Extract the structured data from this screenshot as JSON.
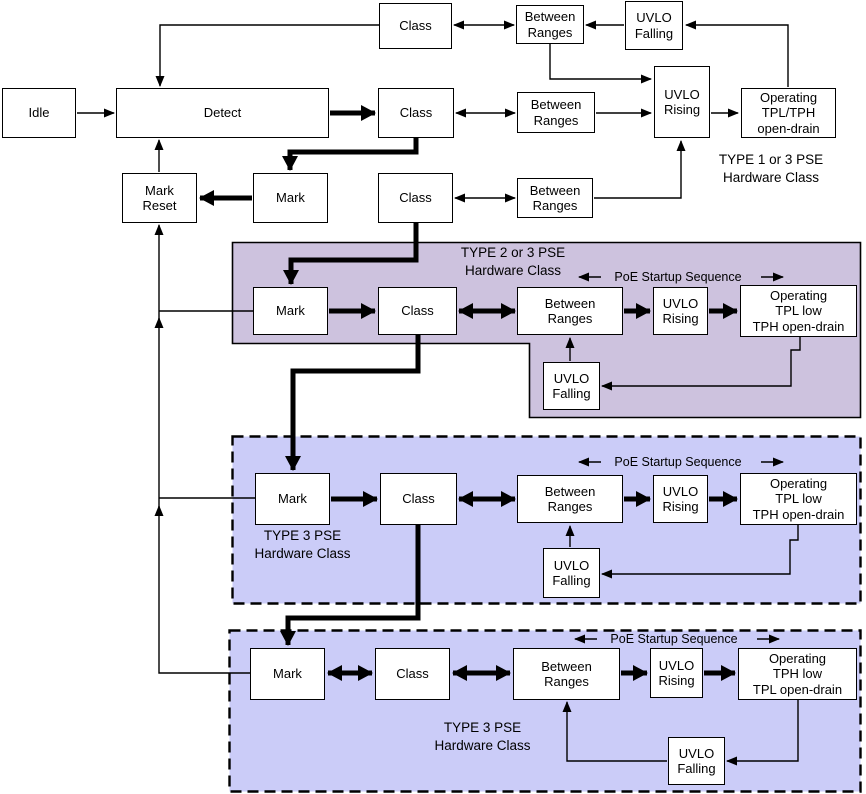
{
  "nodes": {
    "idle": "Idle",
    "detect": "Detect",
    "class_r1": "Class",
    "between_r1": "Between\nRanges",
    "uvlo_falling_r1": "UVLO\nFalling",
    "class_r2": "Class",
    "between_r2": "Between\nRanges",
    "uvlo_rising_top": "UVLO\nRising",
    "operating_top": "Operating\nTPL/TPH\nopen-drain",
    "mark_reset": "Mark\nReset",
    "mark_r3": "Mark",
    "class_r3": "Class",
    "between_r3": "Between\nRanges",
    "mark_p": "Mark",
    "class_p": "Class",
    "between_p": "Between\nRanges",
    "uvlo_rising_p": "UVLO\nRising",
    "operating_p": "Operating\nTPL low\nTPH open-drain",
    "uvlo_falling_p": "UVLO\nFalling",
    "mark_b1": "Mark",
    "class_b1": "Class",
    "between_b1": "Between\nRanges",
    "uvlo_rising_b1": "UVLO\nRising",
    "operating_b1": "Operating\nTPL low\nTPH open-drain",
    "uvlo_falling_b1": "UVLO\nFalling",
    "mark_b2": "Mark",
    "class_b2": "Class",
    "between_b2": "Between\nRanges",
    "uvlo_rising_b2": "UVLO\nRising",
    "operating_b2": "Operating\nTPH low\nTPL open-drain",
    "uvlo_falling_b2": "UVLO\nFalling"
  },
  "labels": {
    "type1": "TYPE 1 or 3 PSE\nHardware Class",
    "type2": "TYPE 2 or 3 PSE\nHardware Class",
    "type3_a": "TYPE 3 PSE\nHardware Class",
    "type3_b": "TYPE 3 PSE\nHardware Class",
    "poe_sequence_p": "PoE Startup Sequence",
    "poe_sequence_b1": "PoE Startup Sequence",
    "poe_sequence_b2": "PoE Startup Sequence"
  },
  "colors": {
    "type2_region_fill": "#cdc2de",
    "type3_region_fill": "#cbccf8",
    "box_fill": "#ffffff",
    "box_border": "#000000",
    "line": "#000000",
    "background": "#ffffff"
  }
}
